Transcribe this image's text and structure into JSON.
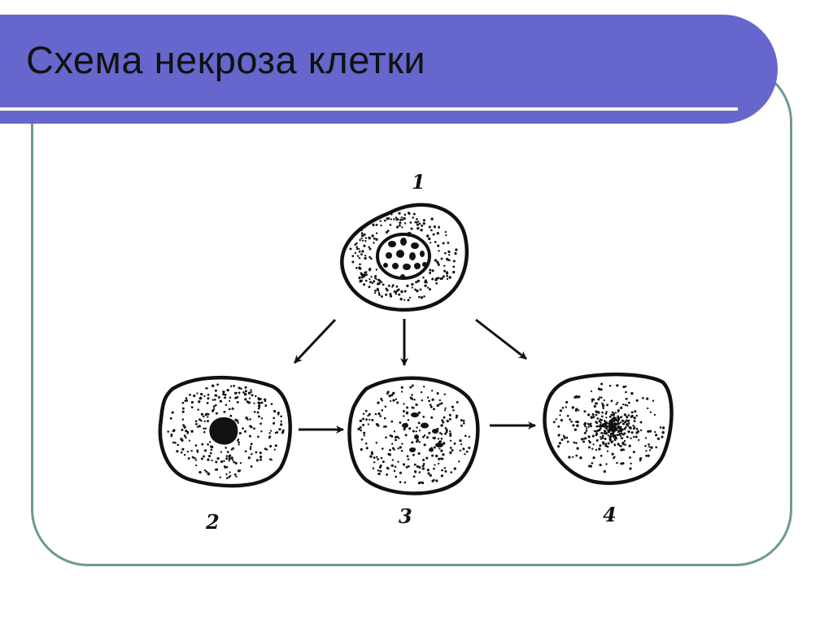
{
  "slide": {
    "title": "Схема некроза клетки"
  },
  "colors": {
    "title_bar": "#6666cc",
    "frame_border": "#6f9a8e",
    "ink": "#111111"
  },
  "diagram": {
    "labels": {
      "cell1": "1",
      "cell2": "2",
      "cell3": "3",
      "cell4": "4"
    }
  }
}
